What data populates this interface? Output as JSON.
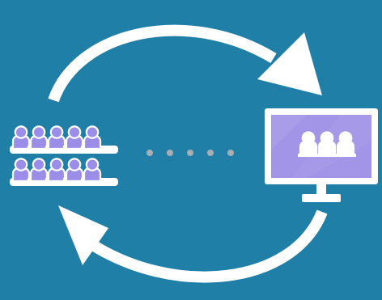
{
  "colors": {
    "background": "#1f7fa6",
    "arrow": "#ffffff",
    "person_fill": "#9b8ee8",
    "person_stroke": "#ffffff",
    "screen_fill": "#a294e6",
    "screen_frame": "#ffffff",
    "dots": "#a9aeb3"
  },
  "icons": {
    "audience_group": "audience-group-icon",
    "monitor": "monitor-presenter-icon",
    "top_arrow": "curved-arrow-right-icon",
    "bottom_arrow": "curved-arrow-left-icon",
    "dots": "dotted-connection-icon"
  },
  "audience": {
    "rows": 2,
    "people_per_row": 5
  },
  "screen": {
    "people_count": 3
  },
  "connector": {
    "dot_count": 5
  }
}
